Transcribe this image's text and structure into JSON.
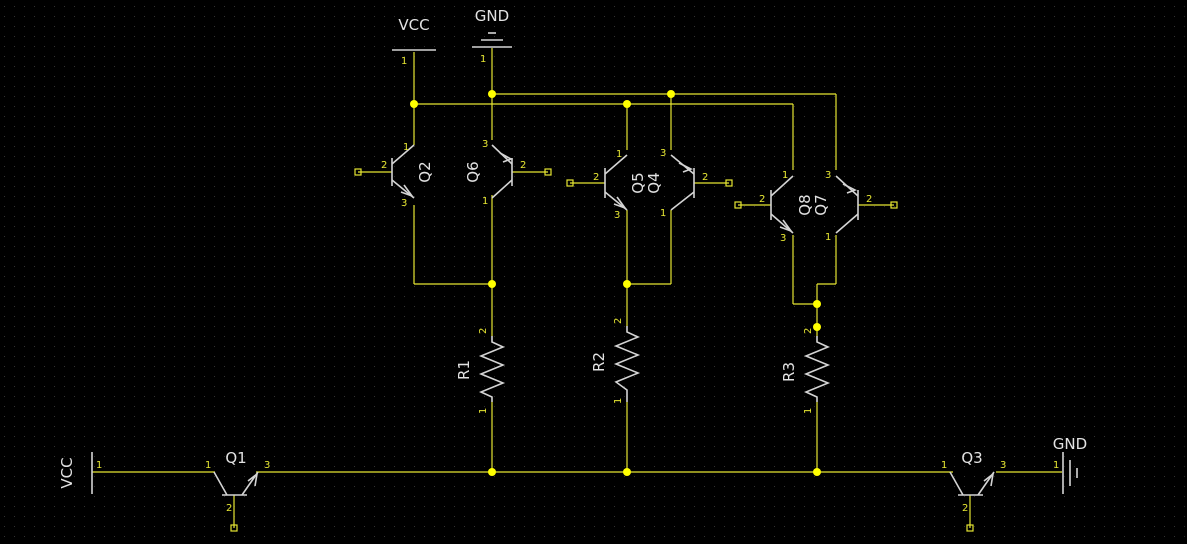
{
  "power": {
    "vcc_top": "VCC",
    "gnd_top": "GND",
    "vcc_left": "VCC",
    "gnd_right": "GND"
  },
  "components": {
    "q1": "Q1",
    "q2": "Q2",
    "q3": "Q3",
    "q4": "Q4",
    "q5": "Q5",
    "q6": "Q6",
    "q7": "Q7",
    "q8": "Q8",
    "r1": "R1",
    "r2": "R2",
    "r3": "R3"
  },
  "pins": {
    "p1": "1",
    "p2": "2",
    "p3": "3"
  },
  "colors": {
    "background": "#000000",
    "wire": "#e6e632",
    "junction": "#ffff00",
    "symbol": "#d4d4d4",
    "grid": "#333333"
  }
}
